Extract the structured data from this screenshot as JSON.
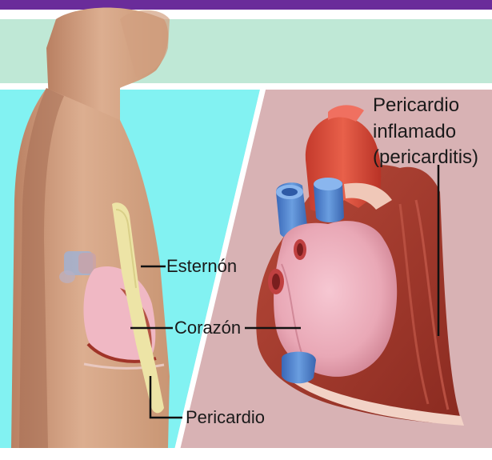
{
  "labels": {
    "sternum": "Esternón",
    "heart": "Corazón",
    "pericardium": "Pericardio",
    "inflamed_line1": "Pericardio",
    "inflamed_line2": "inflamado",
    "inflamed_line3": "(pericarditis)"
  },
  "colors": {
    "top_bar": "#6a2c9a",
    "mint_band": "#bfe8d6",
    "cyan_bg": "#82f2f2",
    "pink_bg": "#d8b2b4",
    "skin": "#d8a888",
    "heart_pink": "#eeb0c0",
    "pericardium_red": "#a03428",
    "aorta_red": "#d84838",
    "vein_blue": "#4a7ec8"
  }
}
